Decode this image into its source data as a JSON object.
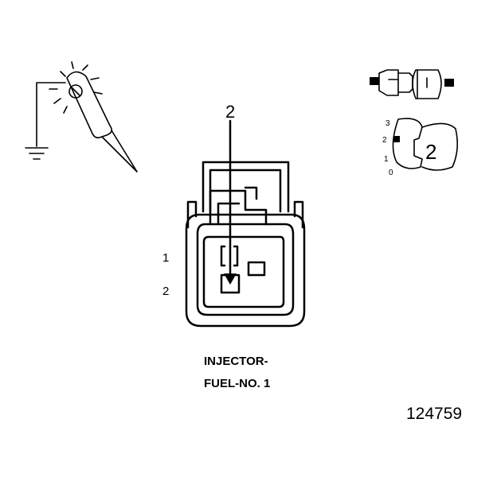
{
  "connector": {
    "pin_labels": [
      "1",
      "2"
    ],
    "callout_pin": "2"
  },
  "view_icon": {
    "position_labels": [
      "3",
      "2",
      "1",
      "0"
    ],
    "badge": "2"
  },
  "title": {
    "line1": "INJECTOR-",
    "line2": "FUEL-NO. 1"
  },
  "figure_number": "124759",
  "colors": {
    "ink": "#000000",
    "background": "#ffffff"
  },
  "icons": [
    "probe-icon",
    "ground-symbol-icon",
    "connector-pair-icon",
    "terminal-view-icon"
  ]
}
